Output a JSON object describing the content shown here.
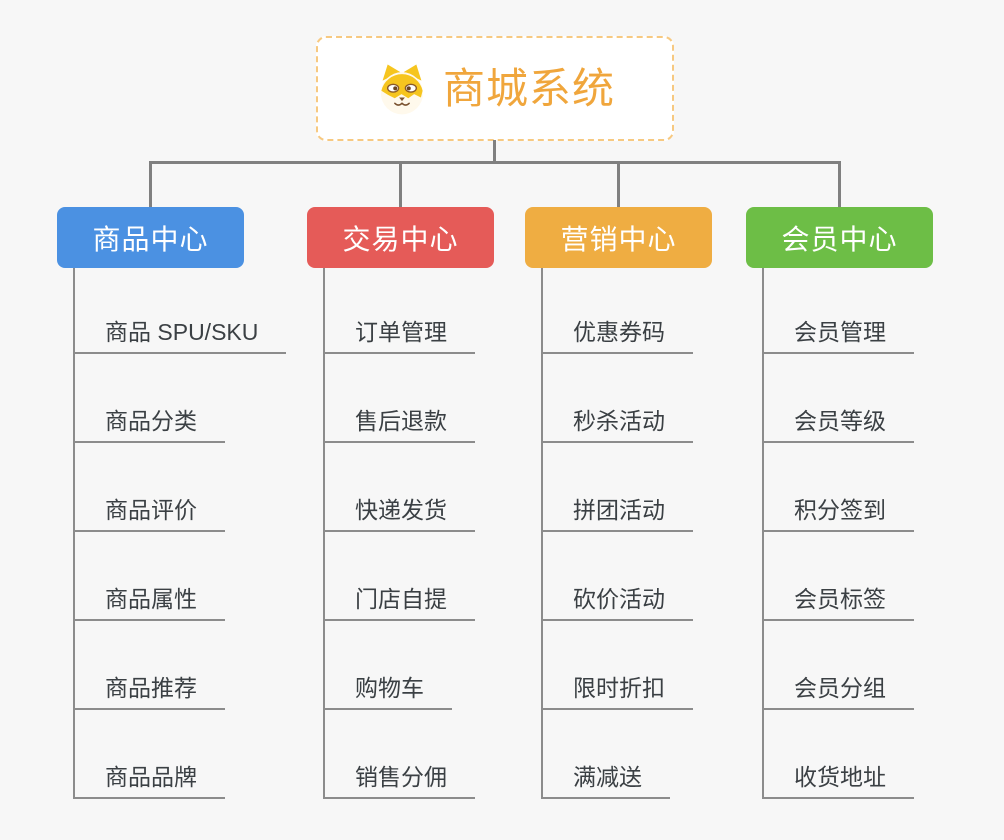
{
  "page": {
    "background": "#F7F7F7"
  },
  "mindmap": {
    "root": {
      "label": "商城系统",
      "icon": "dog-face-icon",
      "text_color": "#F0A63C",
      "border_color": "#F7C981"
    },
    "connector_color": "#808080",
    "sub_line_color": "#8C8C8C",
    "leaf_text_color": "#3B4044",
    "branches": [
      {
        "label": "商品中心",
        "color": "#4B91E2",
        "children": [
          "商品 SPU/SKU",
          "商品分类",
          "商品评价",
          "商品属性",
          "商品推荐",
          "商品品牌"
        ]
      },
      {
        "label": "交易中心",
        "color": "#E55B58",
        "children": [
          "订单管理",
          "售后退款",
          "快递发货",
          "门店自提",
          "购物车",
          "销售分佣"
        ]
      },
      {
        "label": "营销中心",
        "color": "#EFAD42",
        "children": [
          "优惠券码",
          "秒杀活动",
          "拼团活动",
          "砍价活动",
          "限时折扣",
          "满减送"
        ]
      },
      {
        "label": "会员中心",
        "color": "#6DBE46",
        "children": [
          "会员管理",
          "会员等级",
          "积分签到",
          "会员标签",
          "会员分组",
          "收货地址"
        ]
      }
    ]
  }
}
